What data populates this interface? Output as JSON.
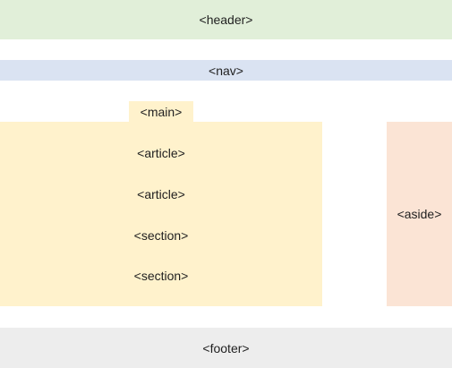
{
  "labels": {
    "header": "<header>",
    "nav": "<nav>",
    "main": "<main>",
    "article_1": "<article>",
    "article_2": "<article>",
    "section_1": "<section>",
    "section_2": "<section>",
    "aside": "<aside>",
    "footer": "<footer>"
  },
  "colors": {
    "header": "#e1efd9",
    "nav": "#dae3f2",
    "main": "#fff2cc",
    "aside": "#fbe4d5",
    "footer": "#ededed"
  }
}
